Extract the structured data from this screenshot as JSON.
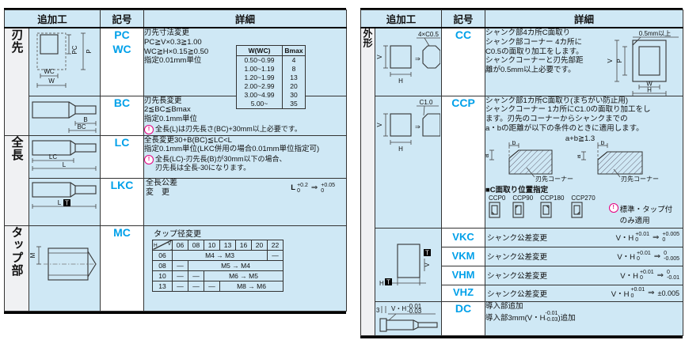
{
  "colors": {
    "cell_blue": "#cfe8f5",
    "code_cyan": "#00a0e9",
    "note_pink": "#e4007f",
    "grid": "#333333"
  },
  "left": {
    "headers": [
      "追加工",
      "記号",
      "詳細"
    ],
    "groups": {
      "edge": "刃先",
      "length": "全長",
      "tap": "タップ部"
    },
    "wb_table": {
      "headers": [
        "W(WC)",
        "Bmax"
      ],
      "rows": [
        [
          "0.50~0.99",
          "4"
        ],
        [
          "1.00~1.19",
          "8"
        ],
        [
          "1.20~1.99",
          "13"
        ],
        [
          "2.00~2.99",
          "20"
        ],
        [
          "3.00~4.99",
          "30"
        ],
        [
          "5.00~",
          "35"
        ]
      ]
    },
    "rows": {
      "pcwc": {
        "code": "PC\nWC",
        "body": "刃先寸法変更\nPC≧V×0.3≧1.00\nWC≧H×0.15≧0.50\n指定0.01mm単位"
      },
      "bc": {
        "code": "BC",
        "body": "刃先長変更\n2≦BC≦Bmax\n指定0.1mm単位",
        "note": "全長(L)は刃先長さ(BC)+30mm以上必要です。"
      },
      "lc": {
        "code": "LC",
        "body": "全長変更30+B(BC)≦LC<L\n指定0.1mm単位(LKC併用の場合0.01mm単位指定可)",
        "note": "全長(LC)-刃先長(B)が30mm以下の場合、\n刃先長は全長-30になります。"
      },
      "lkc": {
        "code": "LKC",
        "label": "全長公差\n変　更",
        "base": "L",
        "from_top": "+0.2",
        "from_bot": "0",
        "arrow": "⇒",
        "to_top": "+0.05",
        "to_bot": "0"
      },
      "mc": {
        "code": "MC",
        "title": "タップ径変更",
        "tap_table": {
          "corner_v": "V",
          "corner_h": "H",
          "cols": [
            "06",
            "08",
            "10",
            "13",
            "16",
            "20",
            "22"
          ],
          "rows": [
            {
              "label": "06",
              "change": "M4 → M3",
              "tail": "—"
            },
            {
              "label": "08",
              "d1": "—",
              "change": "M5 → M4"
            },
            {
              "label": "10",
              "d1": "—",
              "d2": "—",
              "change": "M6 → M5"
            },
            {
              "label": "13",
              "d1": "—",
              "d2": "—",
              "d3": "—",
              "change": "M8 → M6"
            }
          ]
        }
      }
    }
  },
  "right": {
    "headers": [
      "追加工",
      "記号",
      "詳細"
    ],
    "group": "外形",
    "rows": {
      "cc": {
        "code": "CC",
        "body": "シャンク部4カ所C面取り\nシャンク部コーナー 4カ所に\nC0.5の面取り加工をします。\nシャンクコーナーと刃先部距\n離が0.5mm以上必要です。"
      },
      "ccp": {
        "code": "CCP",
        "body": "シャンク部1カ所C面取り(まちがい防止用)\nシャンクコーナー 1カ所にC1.0の面取り加工をし\nます。刃先のコーナーからシャンクまでの\na・bの距離が以下の条件のときに適用します。",
        "condition": "a+b≧1.3",
        "corner_label": "刃先コーナー",
        "position_title": "■C面取り位置指定",
        "positions": [
          "CCP0",
          "CCP90",
          "CCP180",
          "CCP270"
        ],
        "note": "標準・タップ付\nのみ適用"
      },
      "vkc": {
        "code": "VKC",
        "desc": "シャンク公差変更",
        "base": "V・H",
        "from_top": "+0.01",
        "from_bot": "0",
        "arrow": "⇒",
        "to_top": "+0.005",
        "to_bot": "0"
      },
      "vkm": {
        "code": "VKM",
        "desc": "シャンク公差変更",
        "base": "V・H",
        "from_top": "+0.01",
        "from_bot": "0",
        "arrow": "⇒",
        "to_top": "0",
        "to_bot": "-0.005"
      },
      "vhm": {
        "code": "VHM",
        "desc": "シャンク公差変更",
        "base": "V・H",
        "from_top": "+0.01",
        "from_bot": "0",
        "arrow": "⇒",
        "to_top": "0",
        "to_bot": "-0.01"
      },
      "vhz": {
        "code": "VHZ",
        "desc": "シャンク公差変更",
        "base": "V・H",
        "from_top": "+0.01",
        "from_bot": "0",
        "arrow": "⇒",
        "to_single": "±0.005"
      },
      "dc": {
        "code": "DC",
        "line1": "導入部追加",
        "line2_pre": "導入部3mm(V・H",
        "tol_top": "-0.01",
        "tol_bot": "-0.03",
        "line2_post": ")追加"
      }
    }
  },
  "diagram_labels": {
    "arrow": "⇒",
    "pcwc": {
      "pc": "PC",
      "p": "P",
      "wc": "WC",
      "w": "W"
    },
    "bc": {
      "b": "B",
      "bc": "BC"
    },
    "lc": {
      "lc": "LC",
      "l": "L"
    },
    "lkc": {
      "l": "L",
      "t": "T"
    },
    "mc": {
      "m": "M"
    },
    "cc_left": {
      "v": "V",
      "h": "H",
      "chamfer": "4×C0.5"
    },
    "cc_right": {
      "note": "0.5mm以上",
      "v": "V",
      "p": "P",
      "w": "W",
      "h": "H"
    },
    "ccp_left": {
      "v": "V",
      "h": "H",
      "chamfer": "C1.0"
    },
    "ccp_ab": {
      "a": "a",
      "b": "b"
    },
    "vk": {
      "h": "H",
      "v": "V",
      "t": "T"
    },
    "dc": {
      "lead": "3",
      "tol_base": "V・H",
      "tol_top": "-0.01",
      "tol_bot": "-0.03"
    }
  }
}
